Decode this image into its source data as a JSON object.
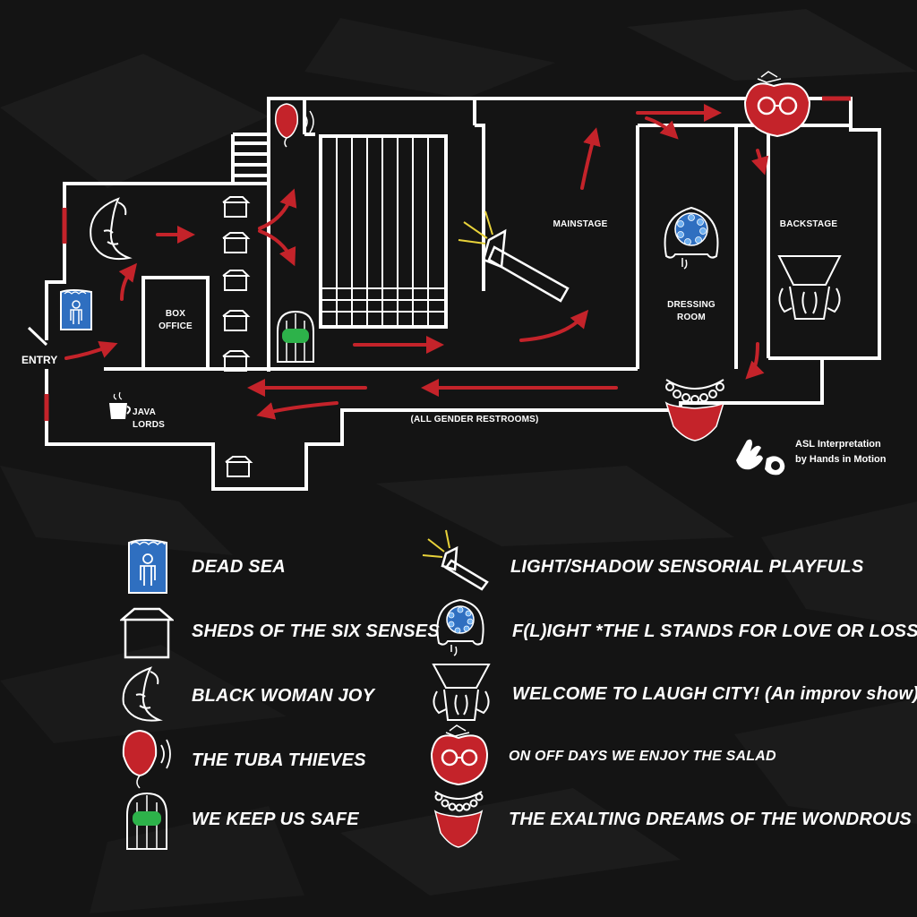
{
  "colors": {
    "background": "#141414",
    "wall": "#ffffff",
    "accent_red": "#c4232a",
    "water_blue": "#2f6fc0",
    "plant_green": "#2db24a",
    "flash_yellow": "#e8d23a"
  },
  "map": {
    "rooms": {
      "box_office": "BOX\nOFFICE",
      "mainstage": "MAINSTAGE",
      "dressing_room": "DRESSING\nROOM",
      "backstage": "BACKSTAGE",
      "java_lords": "JAVA LORDS",
      "restrooms": "(ALL GENDER RESTROOMS)"
    },
    "entry_label": "ENTRY",
    "asl_line1": "ASL Interpretation",
    "asl_line2": "by Hands in Motion"
  },
  "legend": [
    {
      "icon": "dead-sea-icon",
      "label": "DEAD SEA"
    },
    {
      "icon": "shed-icon",
      "label": "SHEDS OF THE SIX SENSES"
    },
    {
      "icon": "moon-face-icon",
      "label": "BLACK WOMAN JOY"
    },
    {
      "icon": "balloon-sound-icon",
      "label": "THE TUBA THIEVES"
    },
    {
      "icon": "birdcage-icon",
      "label": "WE KEEP US SAFE"
    },
    {
      "icon": "flashlight-icon",
      "label": "LIGHT/SHADOW SENSORIAL PLAYFULS"
    },
    {
      "icon": "head-bubbles-icon",
      "label": "F(L)IGHT *THE L STANDS FOR LOVE OR LOSS"
    },
    {
      "icon": "laugh-mask-icon",
      "label": "WELCOME TO LAUGH CITY! (An improv show)"
    },
    {
      "icon": "apple-glasses-icon",
      "label": "ON OFF DAYS WE ENJOY THE SALAD"
    },
    {
      "icon": "necklace-icon",
      "label": "THE EXALTING DREAMS OF THE WONDROUS FOUL"
    }
  ]
}
